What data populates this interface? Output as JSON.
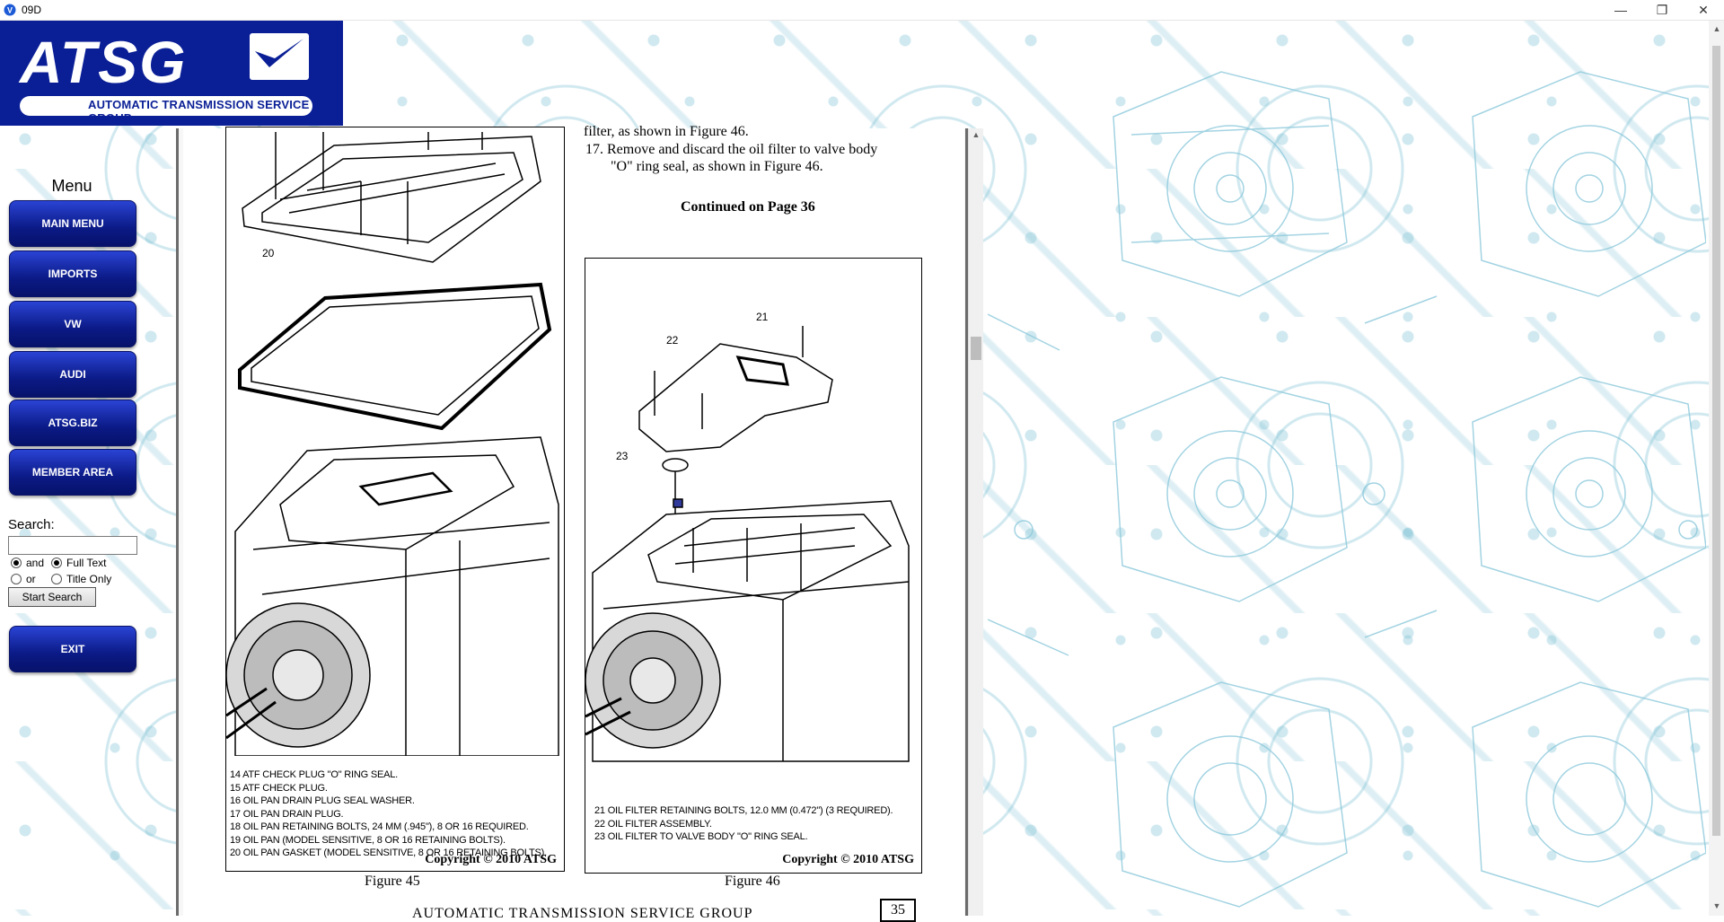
{
  "window": {
    "title": "09D",
    "controls": {
      "minimize": "—",
      "restore": "❐",
      "close": "✕"
    }
  },
  "logo": {
    "main": "ATSG",
    "subtitle": "AUTOMATIC TRANSMISSION SERVICE GROUP"
  },
  "menu": {
    "title": "Menu",
    "buttons": [
      "MAIN MENU",
      "IMPORTS",
      "VW",
      "AUDI",
      "ATSG.BIZ",
      "MEMBER AREA"
    ],
    "exit_label": "EXIT"
  },
  "search": {
    "label": "Search:",
    "value": "",
    "options": [
      {
        "label": "and",
        "selected": true
      },
      {
        "label": "Full Text",
        "selected": true
      },
      {
        "label": "or",
        "selected": false
      },
      {
        "label": "Title Only",
        "selected": false
      }
    ],
    "button_label": "Start Search"
  },
  "document": {
    "top_cut_line": "filter, as shown in Figure 46.",
    "step_17_line1": "17. Remove and discard the oil filter to valve body",
    "step_17_line2": "\"O\" ring seal, as shown in Figure 46.",
    "continued": "Continued on Page 36",
    "figure45": {
      "callout_20": "20",
      "legend": [
        "14 ATF CHECK PLUG \"O\" RING SEAL.",
        "15 ATF CHECK PLUG.",
        "16 OIL PAN DRAIN PLUG SEAL WASHER.",
        "17 OIL PAN DRAIN PLUG.",
        "18 OIL PAN RETAINING BOLTS, 24 MM (.945\"), 8 OR 16 REQUIRED.",
        "19 OIL PAN (MODEL SENSITIVE, 8 OR 16 RETAINING BOLTS).",
        "20 OIL PAN GASKET (MODEL SENSITIVE, 8 OR 16 RETAINING BOLTS)."
      ],
      "copyright": "Copyright © 2010 ATSG",
      "caption": "Figure 45"
    },
    "figure46": {
      "callout_21": "21",
      "callout_22": "22",
      "callout_23": "23",
      "legend": [
        "21 OIL FILTER RETAINING BOLTS, 12.0 MM (0.472\") (3 REQUIRED).",
        "22 OIL FILTER ASSEMBLY.",
        "23 OIL FILTER TO VALVE BODY \"O\" RING SEAL."
      ],
      "copyright": "Copyright © 2010 ATSG",
      "caption": "Figure 46"
    },
    "footer": "AUTOMATIC TRANSMISSION SERVICE GROUP",
    "page_number": "35"
  },
  "colors": {
    "logo_blue": "#0a1f96",
    "button_blue": "#0b1a86",
    "pattern_cyan": "#78bed2"
  }
}
